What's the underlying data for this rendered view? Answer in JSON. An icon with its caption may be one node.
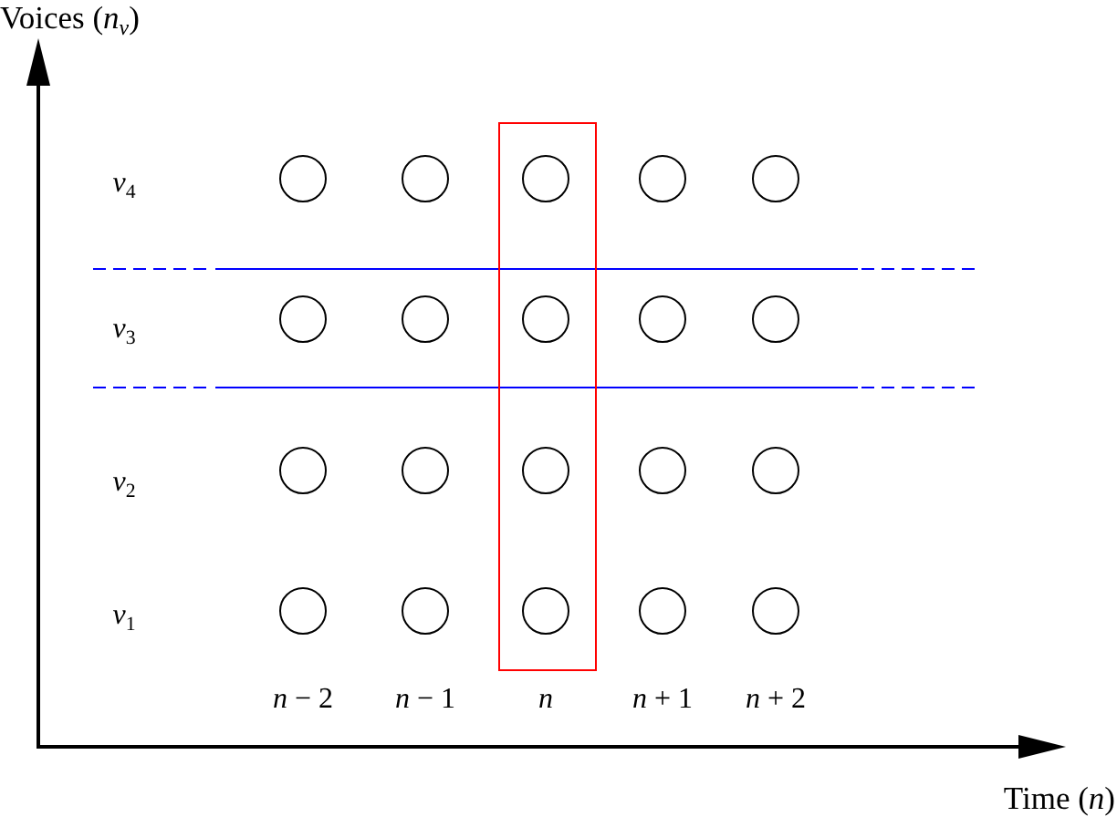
{
  "diagram": {
    "nodes": [
      {
        "text": [],
        "shape": "box"
      },
      {
        "text": [],
        "shape": "circle"
      },
      {
        "text": [],
        "shape": "circle"
      },
      {
        "text": [],
        "shape": "circle",
        "in": 0
      },
      {
        "text": [],
        "shape": "circle"
      },
      {
        "text": [],
        "shape": "circle"
      },
      {
        "text": [],
        "shape": "circle"
      },
      {
        "text": [],
        "shape": "circle"
      },
      {
        "text": [],
        "shape": "circle",
        "in": 0
      },
      {
        "text": [],
        "shape": "circle"
      },
      {
        "text": [],
        "shape": "circle"
      },
      {
        "text": [],
        "shape": "circle"
      },
      {
        "text": [],
        "shape": "circle"
      },
      {
        "text": [],
        "shape": "circle",
        "in": 0
      },
      {
        "text": [],
        "shape": "circle"
      },
      {
        "text": [],
        "shape": "circle"
      },
      {
        "text": [],
        "shape": "circle"
      },
      {
        "text": [],
        "shape": "circle"
      },
      {
        "text": [],
        "shape": "circle",
        "in": 0
      },
      {
        "text": [],
        "shape": "circle"
      },
      {
        "text": [],
        "shape": "circle"
      }
    ],
    "labels": [
      "Voices (*n*$_{v}$)",
      "*v*$_{4}$",
      "*v*$_{3}$",
      "*v*$_{2}$",
      "*v*$_{1}$",
      "*n* − 2",
      "*n* − 1",
      "*n*",
      "*n* + 1",
      "*n* + 2",
      "Time (*n*)"
    ]
  }
}
